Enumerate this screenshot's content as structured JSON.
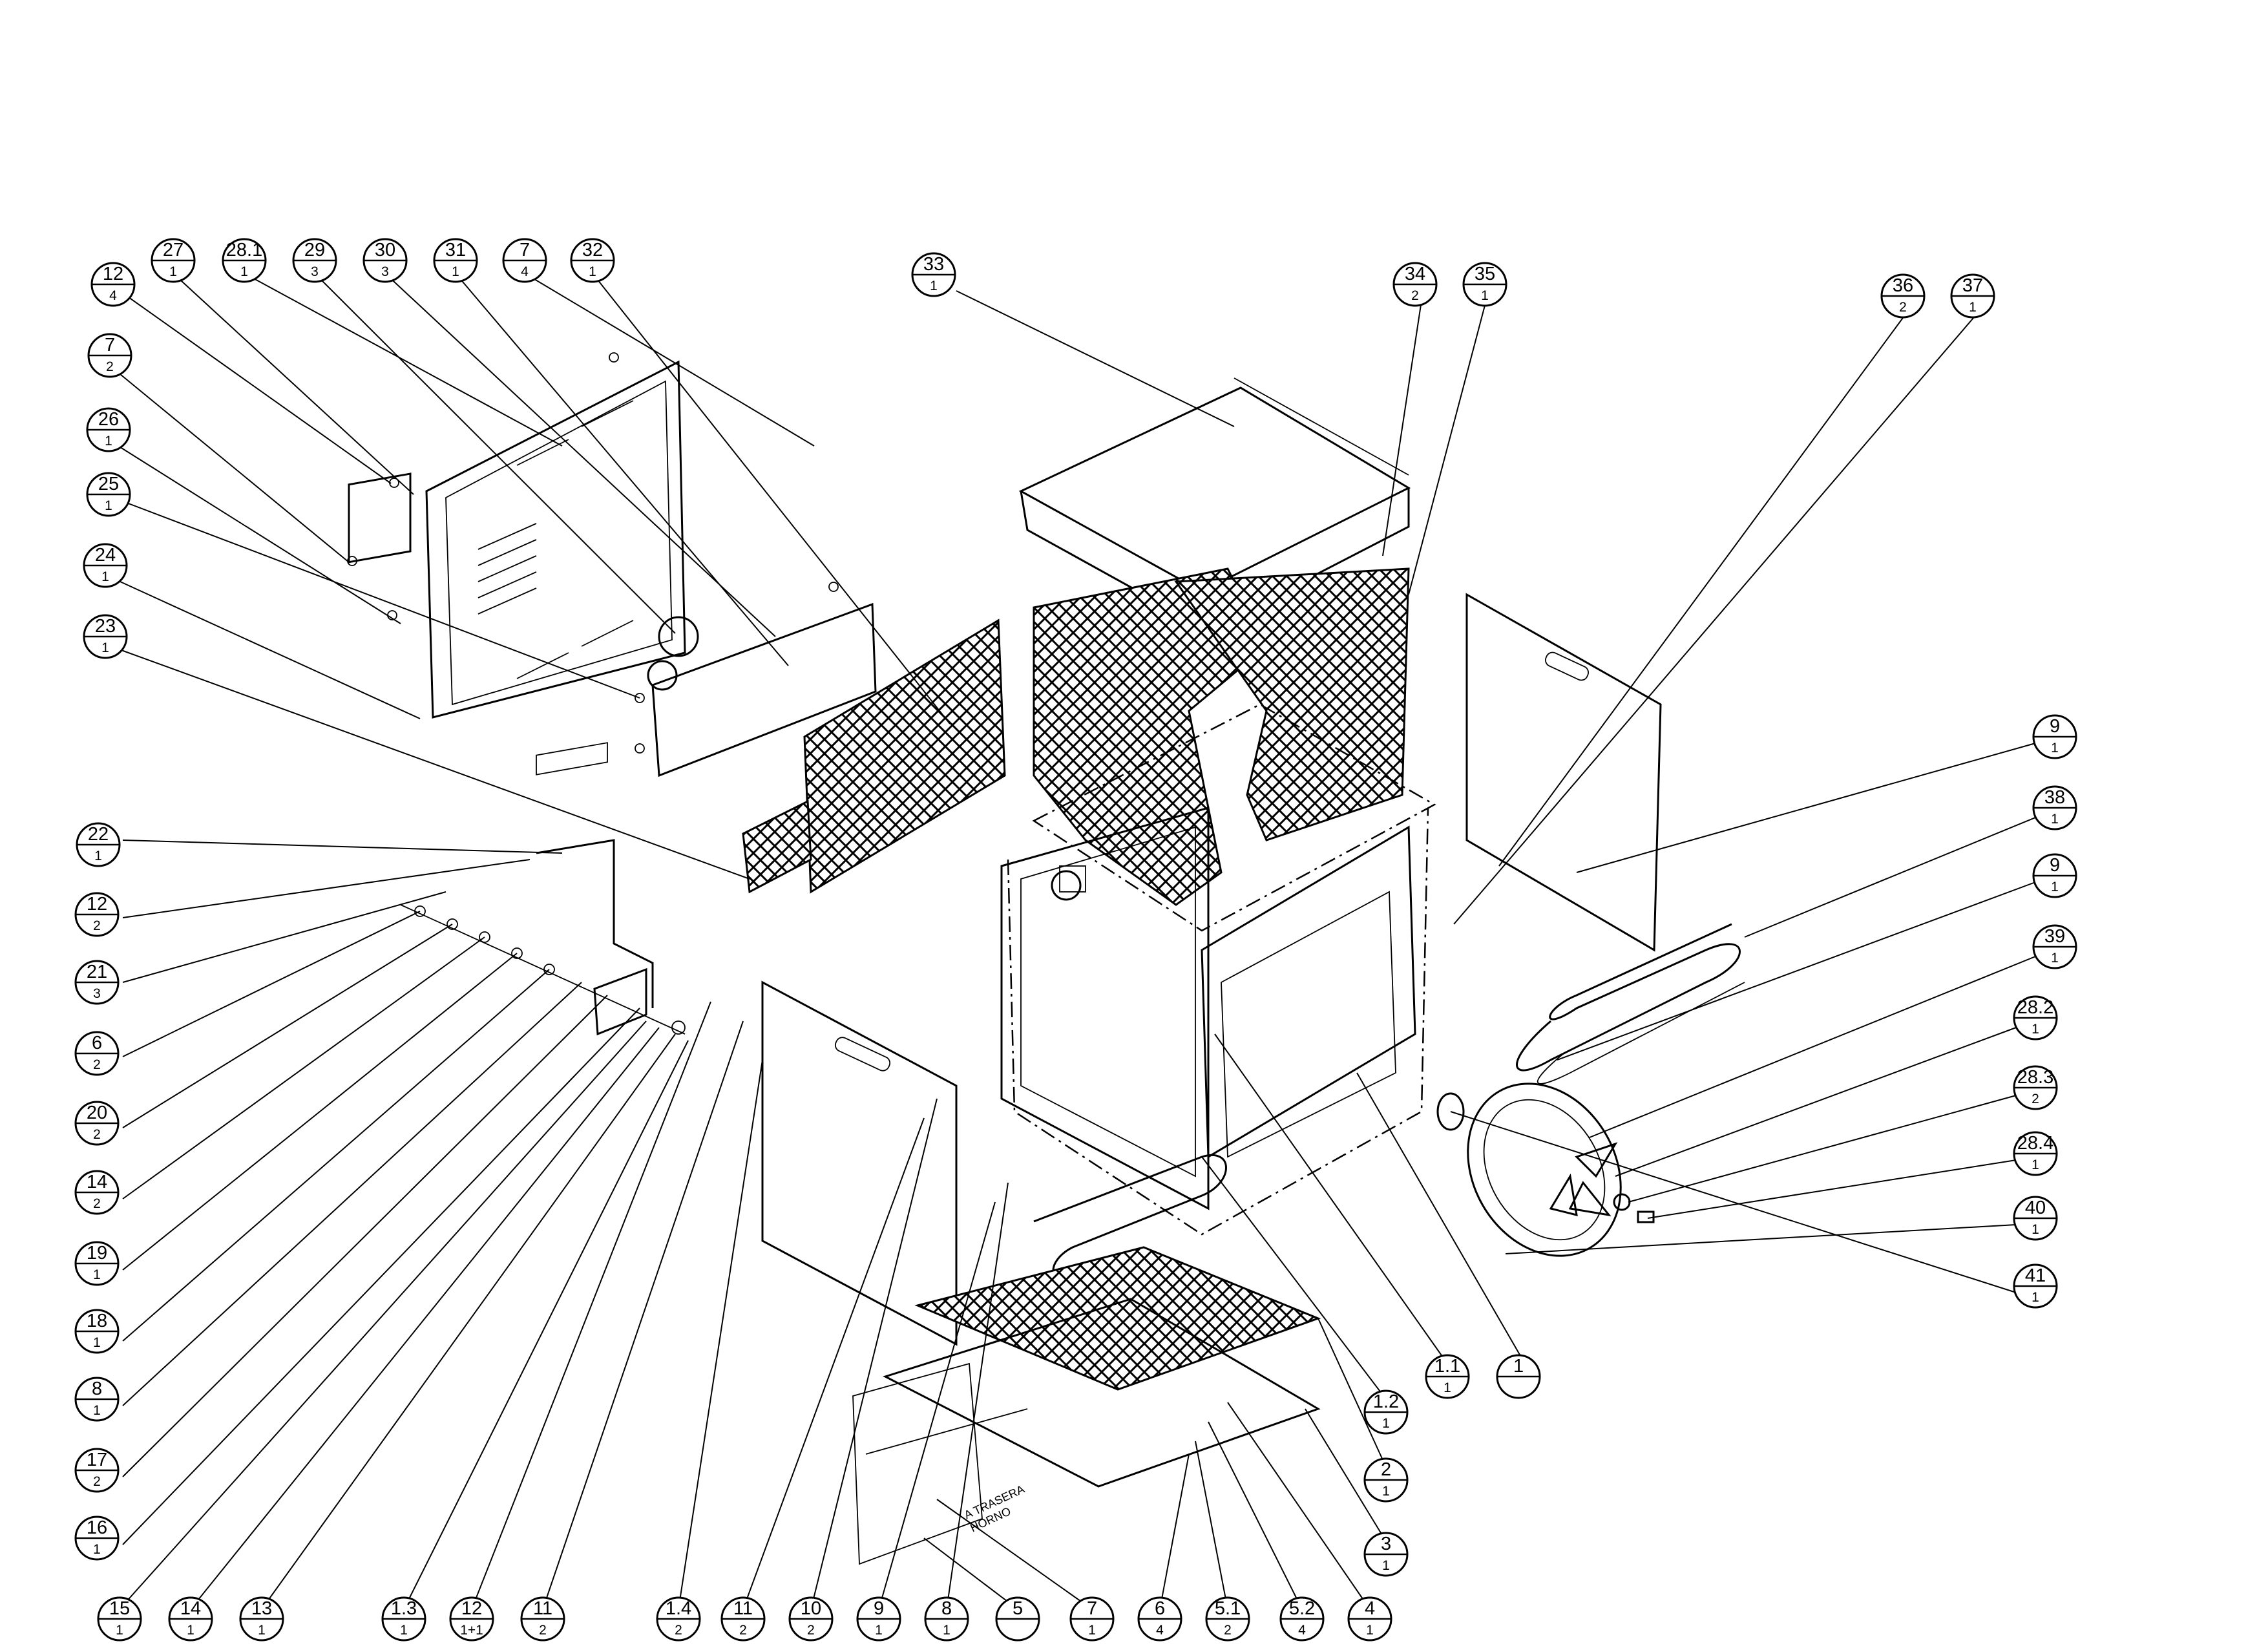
{
  "callouts": [
    {
      "num": "27",
      "qty": "1"
    },
    {
      "num": "28.1",
      "qty": "1"
    },
    {
      "num": "29",
      "qty": "3"
    },
    {
      "num": "30",
      "qty": "3"
    },
    {
      "num": "31",
      "qty": "1"
    },
    {
      "num": "7",
      "qty": "4"
    },
    {
      "num": "32",
      "qty": "1"
    },
    {
      "num": "12",
      "qty": "4"
    },
    {
      "num": "7",
      "qty": "2"
    },
    {
      "num": "26",
      "qty": "1"
    },
    {
      "num": "25",
      "qty": "1"
    },
    {
      "num": "24",
      "qty": "1"
    },
    {
      "num": "23",
      "qty": "1"
    },
    {
      "num": "33",
      "qty": "1"
    },
    {
      "num": "34",
      "qty": "2"
    },
    {
      "num": "35",
      "qty": "1"
    },
    {
      "num": "36",
      "qty": "2"
    },
    {
      "num": "37",
      "qty": "1"
    },
    {
      "num": "22",
      "qty": "1"
    },
    {
      "num": "12",
      "qty": "2"
    },
    {
      "num": "21",
      "qty": "3"
    },
    {
      "num": "6",
      "qty": "2"
    },
    {
      "num": "20",
      "qty": "2"
    },
    {
      "num": "14",
      "qty": "2"
    },
    {
      "num": "19",
      "qty": "1"
    },
    {
      "num": "18",
      "qty": "1"
    },
    {
      "num": "8",
      "qty": "1"
    },
    {
      "num": "17",
      "qty": "2"
    },
    {
      "num": "16",
      "qty": "1"
    },
    {
      "num": "9",
      "qty": "1"
    },
    {
      "num": "38",
      "qty": "1"
    },
    {
      "num": "9",
      "qty": "1"
    },
    {
      "num": "39",
      "qty": "1"
    },
    {
      "num": "28.2",
      "qty": "1"
    },
    {
      "num": "28.3",
      "qty": "2"
    },
    {
      "num": "28.4",
      "qty": "1"
    },
    {
      "num": "40",
      "qty": "1"
    },
    {
      "num": "41",
      "qty": "1"
    },
    {
      "num": "1.1",
      "qty": "1"
    },
    {
      "num": "1",
      "qty": ""
    },
    {
      "num": "1.2",
      "qty": "1"
    },
    {
      "num": "2",
      "qty": "1"
    },
    {
      "num": "3",
      "qty": "1"
    },
    {
      "num": "4",
      "qty": "1"
    },
    {
      "num": "5.2",
      "qty": "4"
    },
    {
      "num": "5.1",
      "qty": "2"
    },
    {
      "num": "6",
      "qty": "4"
    },
    {
      "num": "7",
      "qty": "1"
    },
    {
      "num": "5",
      "qty": ""
    },
    {
      "num": "8",
      "qty": "1"
    },
    {
      "num": "9",
      "qty": "1"
    },
    {
      "num": "10",
      "qty": "2"
    },
    {
      "num": "11",
      "qty": "2"
    },
    {
      "num": "1.4",
      "qty": "2"
    },
    {
      "num": "11",
      "qty": "2"
    },
    {
      "num": "12",
      "qty": "1+1"
    },
    {
      "num": "1.3",
      "qty": "1"
    },
    {
      "num": "13",
      "qty": "1"
    },
    {
      "num": "14",
      "qty": "1"
    },
    {
      "num": "15",
      "qty": "1"
    }
  ],
  "notes": {
    "rear_note_line1": "A TRASERA",
    "rear_note_line2": "HORNO"
  }
}
